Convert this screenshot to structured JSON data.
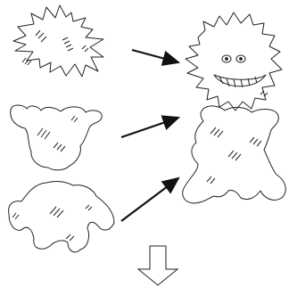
{
  "diagram": {
    "description_visible_text": "",
    "parts": [
      {
        "name": "spiky-part",
        "icon": "spiky-blob-icon"
      },
      {
        "name": "cloud-part",
        "icon": "cloud-blob-icon"
      },
      {
        "name": "legs-part",
        "icon": "four-legged-blob-icon"
      }
    ],
    "result": {
      "name": "assembled-monster",
      "icon": "monster-icon"
    },
    "arrows": [
      "arrow-top",
      "arrow-middle",
      "arrow-bottom"
    ],
    "next_step": {
      "icon": "down-arrow-icon"
    },
    "colors": {
      "ink": "#1a1a1a",
      "paper": "#ffffff"
    }
  }
}
